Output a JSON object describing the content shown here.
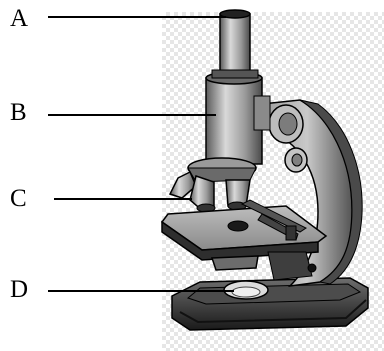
{
  "labels": {
    "a": "A",
    "b": "B",
    "c": "C",
    "d": "D"
  },
  "colors": {
    "metal_light": "#b8b8b8",
    "metal_mid": "#8c8c8c",
    "metal_dark": "#3a3a3a",
    "base_dark": "#1f1f1f",
    "outline": "#000000",
    "lamp": "#dcdcdc"
  },
  "icons": [
    "microscope-illustration"
  ]
}
